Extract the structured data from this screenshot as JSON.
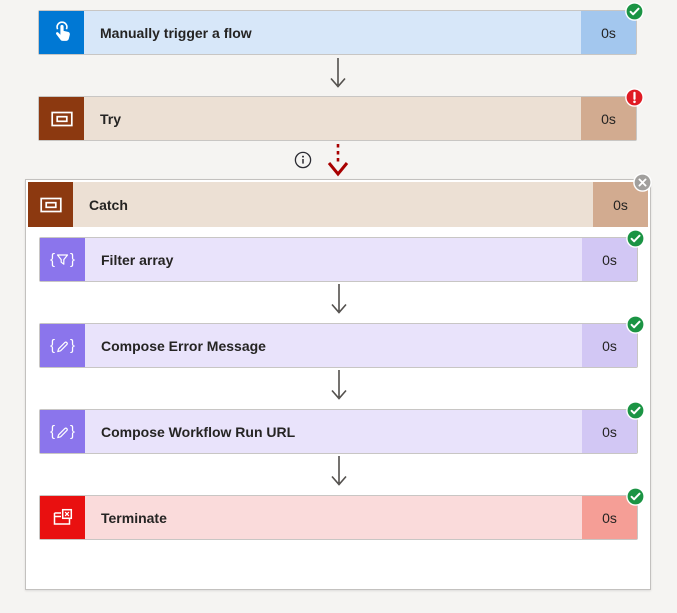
{
  "canvas": {
    "background": "#f5f4f2"
  },
  "nodes": {
    "trigger": {
      "label": "Manually trigger a flow",
      "duration": "0s",
      "status": "succeeded",
      "badge": "check",
      "brand_color": "#0078d4",
      "body_color": "#d7e7f9",
      "duration_color": "#a3c7ee"
    },
    "try": {
      "label": "Try",
      "duration": "0s",
      "status": "failed",
      "badge": "exclamation",
      "brand_color": "#8c3910",
      "body_color": "#ece0d4",
      "duration_color": "#d2ab90"
    },
    "catch": {
      "label": "Catch",
      "duration": "0s",
      "status": "dismiss",
      "badge": "close",
      "brand_color": "#8c3910",
      "body_color": "#ece0d4",
      "duration_color": "#d2ab90"
    },
    "filter_array": {
      "label": "Filter array",
      "duration": "0s",
      "status": "succeeded",
      "badge": "check",
      "brand_color": "#8b75ec",
      "body_color": "#e9e3fb",
      "duration_color": "#d2c7f4"
    },
    "compose_error_message": {
      "label": "Compose Error Message",
      "duration": "0s",
      "status": "succeeded",
      "badge": "check",
      "brand_color": "#8b75ec",
      "body_color": "#e9e3fb",
      "duration_color": "#d2c7f4"
    },
    "compose_workflow_run_url": {
      "label": "Compose Workflow Run URL",
      "duration": "0s",
      "status": "succeeded",
      "badge": "check",
      "brand_color": "#8b75ec",
      "body_color": "#e9e3fb",
      "duration_color": "#d2c7f4"
    },
    "terminate": {
      "label": "Terminate",
      "duration": "0s",
      "status": "succeeded",
      "badge": "check",
      "brand_color": "#e91010",
      "body_color": "#fadbdb",
      "duration_color": "#f59e96"
    }
  },
  "status_colors": {
    "success": "#1b9444",
    "error": "#e01b24",
    "dismiss": "#a19f9d"
  },
  "connector_colors": {
    "normal": "#53504d",
    "failure_path": "#a80000"
  }
}
